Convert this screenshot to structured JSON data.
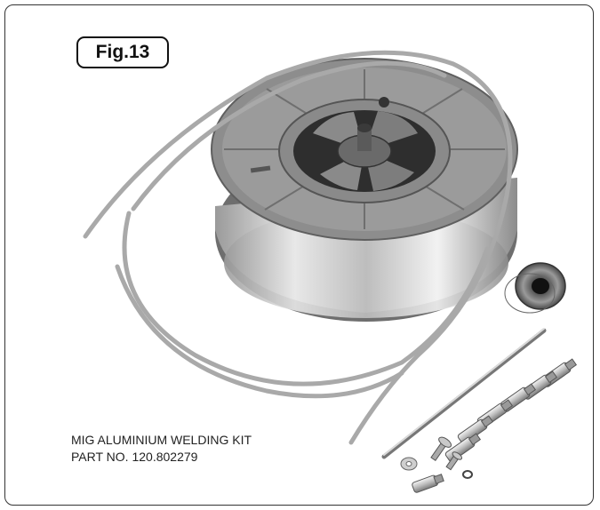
{
  "figure": {
    "label": "Fig.13"
  },
  "caption": {
    "title": "MIG ALUMINIUM WELDING KIT",
    "part_number": "PART NO. 120.802279"
  },
  "illustration": {
    "items": [
      "wire-spool-icon",
      "liner-tube-icon",
      "drive-roller-icon",
      "contact-tip-icon",
      "rod-icon",
      "screw-icon",
      "washer-icon"
    ]
  }
}
